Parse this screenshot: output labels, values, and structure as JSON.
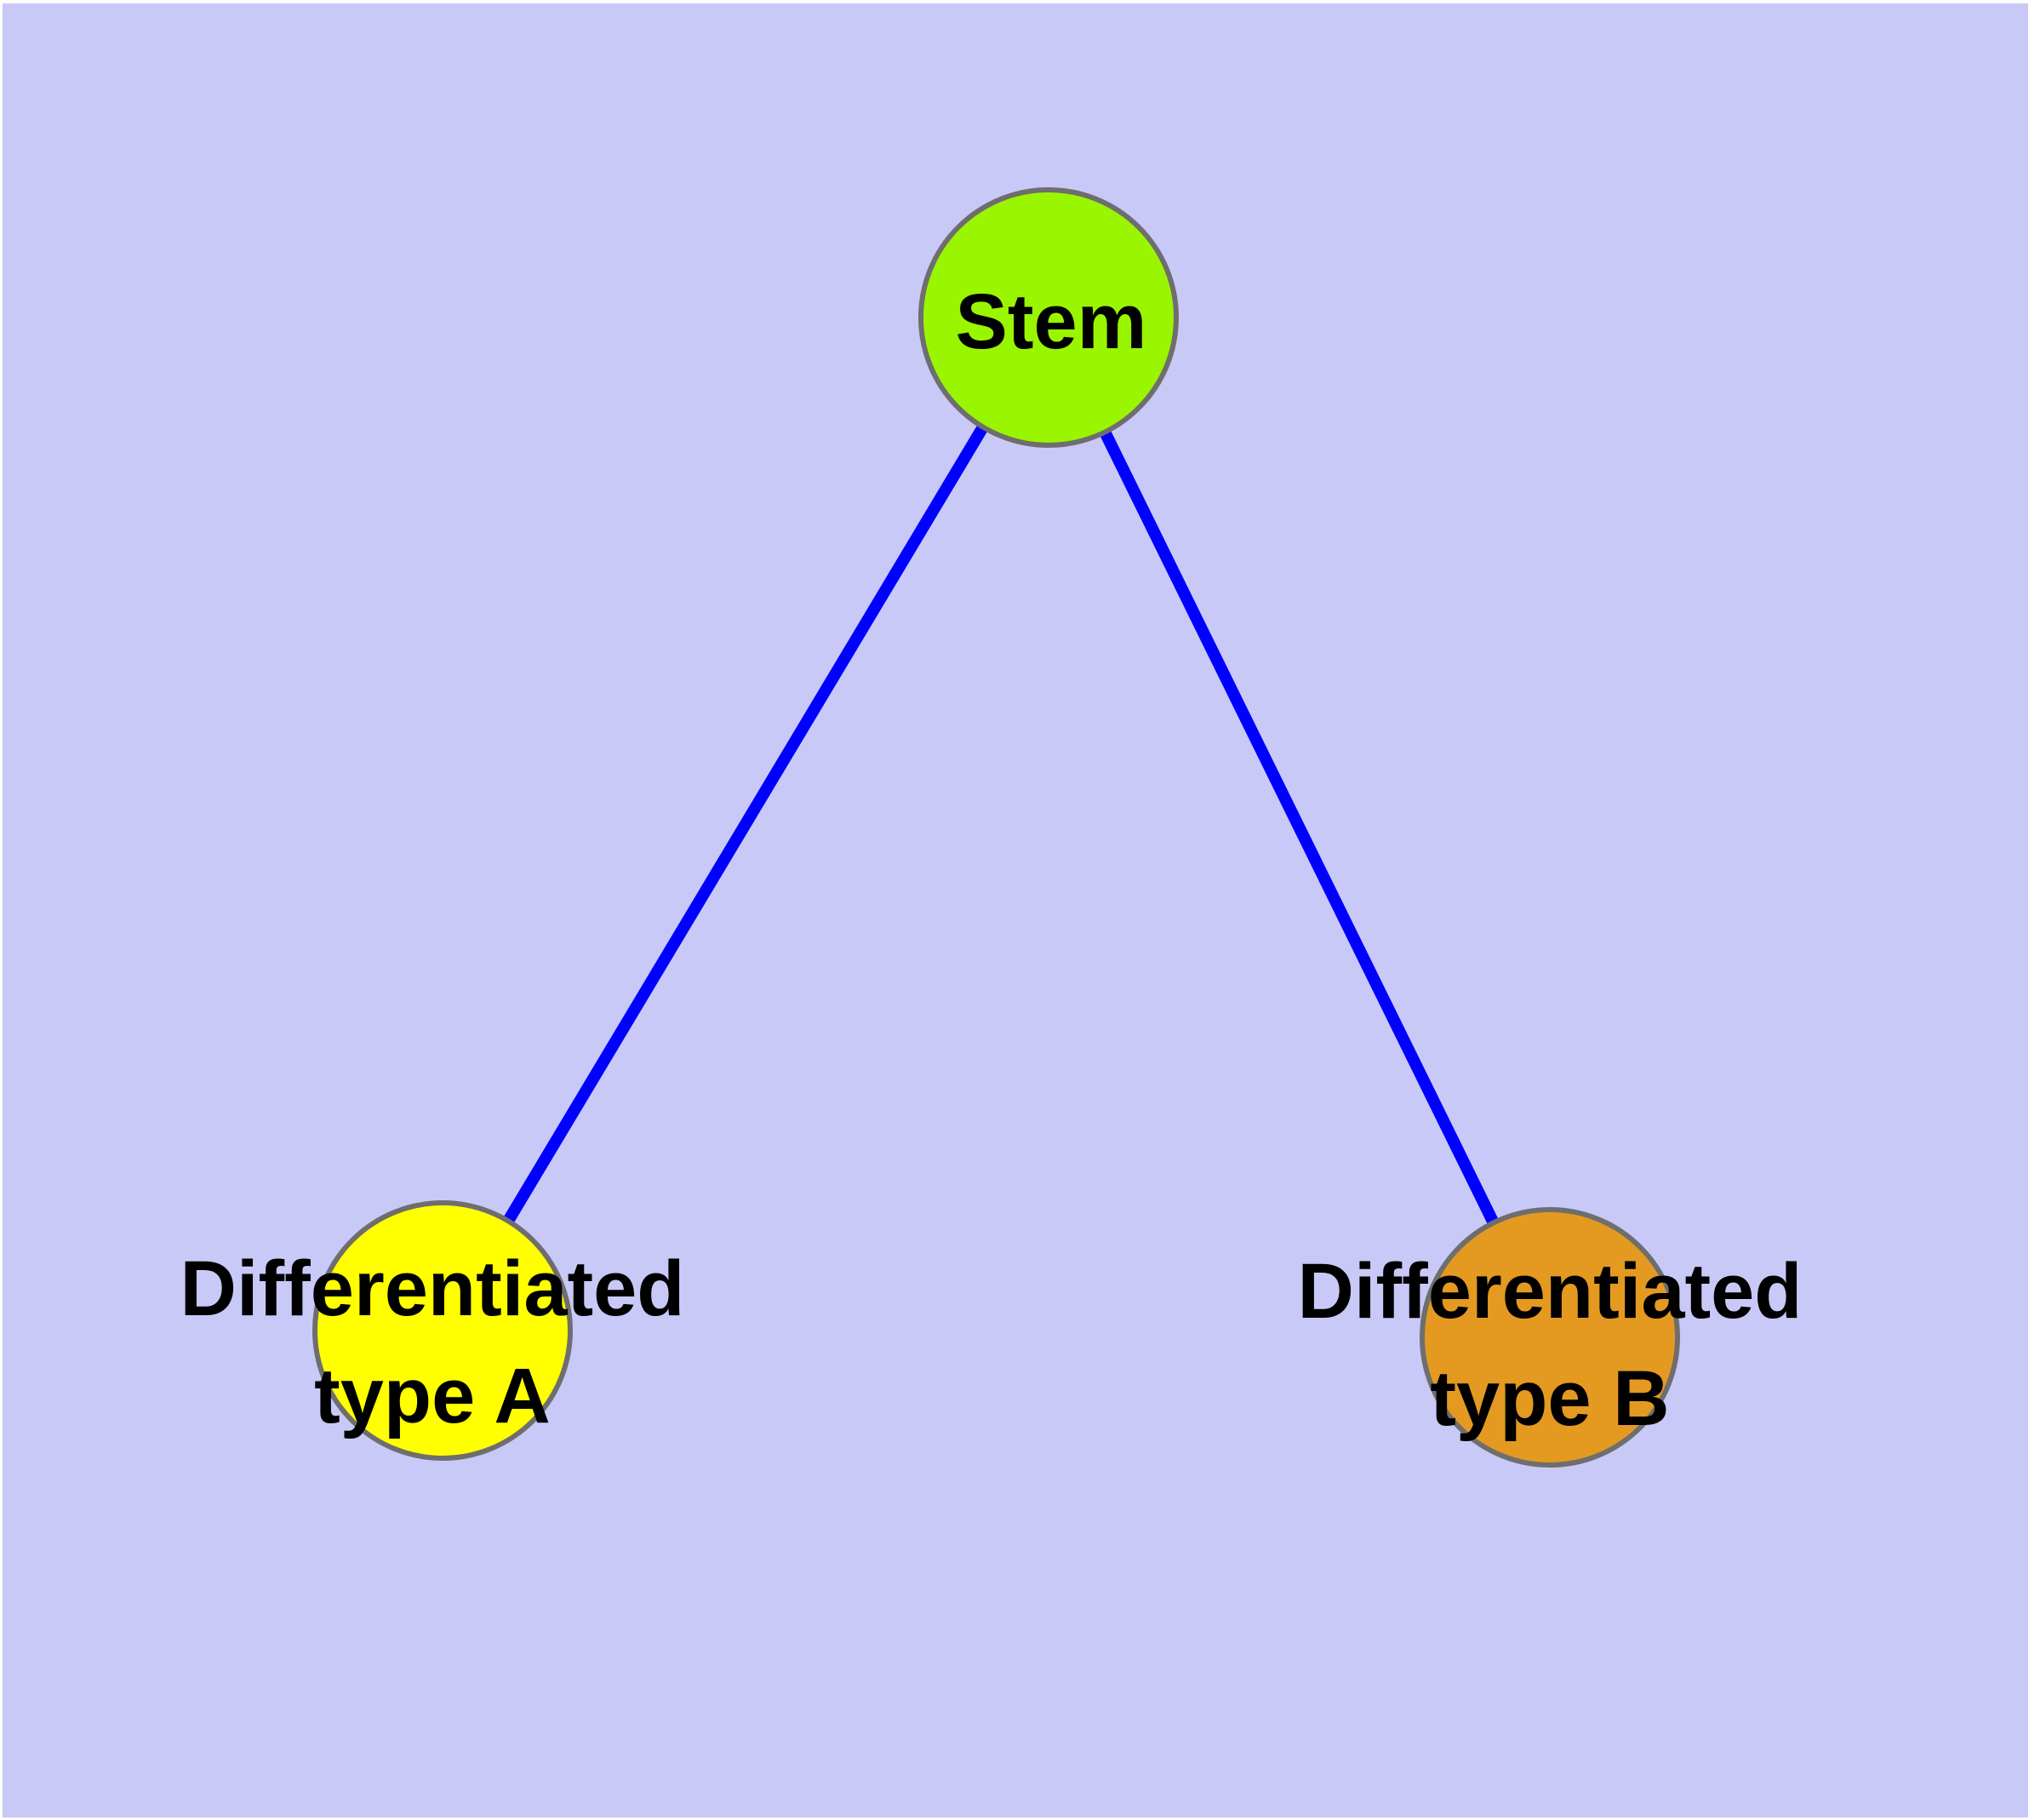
{
  "diagram": {
    "type": "node-link-graph",
    "background_color": "#C9C9F8",
    "frame_color": "#FFFFFF",
    "edge_color": "#0000FF",
    "node_border_color": "#6E6E6E",
    "label_color": "#000000",
    "nodes": [
      {
        "id": "stem",
        "label": "Stem",
        "fill": "#9AF500"
      },
      {
        "id": "differentiated-type-a",
        "label": "Differentiated\ntype A",
        "fill": "#FFFF00"
      },
      {
        "id": "differentiated-type-b",
        "label": "Differentiated\ntype B",
        "fill": "#E49A20"
      }
    ],
    "edges": [
      {
        "from": "Stem",
        "to": "Differentiated type A"
      },
      {
        "from": "Stem",
        "to": "Differentiated type B"
      }
    ]
  }
}
